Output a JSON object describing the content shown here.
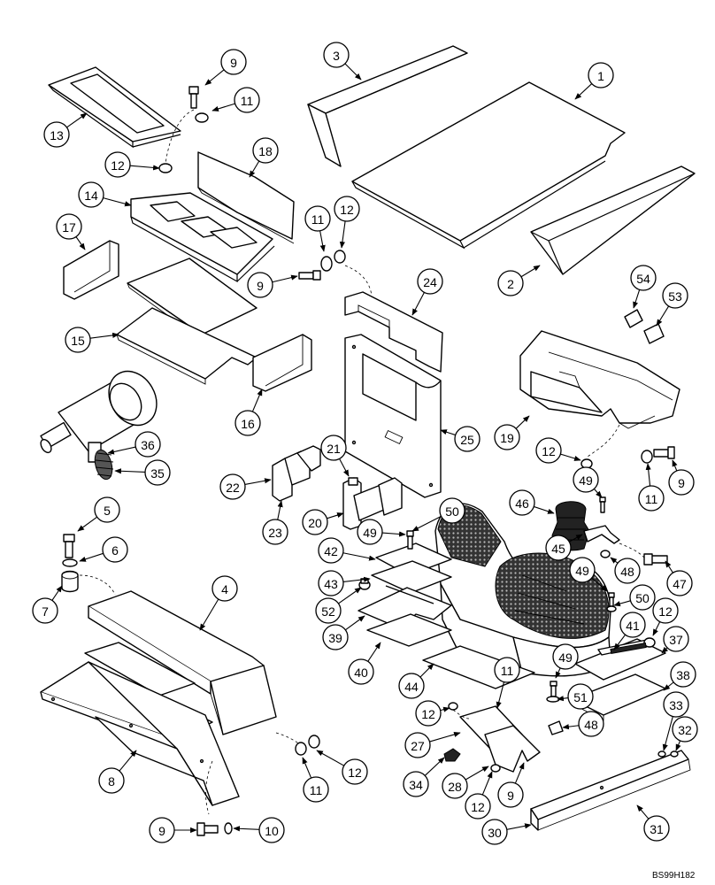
{
  "diagram": {
    "reference_code": "BS99H182",
    "callouts": [
      "1",
      "2",
      "3",
      "4",
      "5",
      "6",
      "7",
      "8",
      "9",
      "10",
      "11",
      "12",
      "13",
      "14",
      "15",
      "16",
      "17",
      "18",
      "19",
      "20",
      "21",
      "22",
      "23",
      "24",
      "25",
      "27",
      "28",
      "30",
      "31",
      "32",
      "33",
      "34",
      "35",
      "36",
      "37",
      "38",
      "39",
      "40",
      "41",
      "42",
      "43",
      "44",
      "45",
      "46",
      "47",
      "48",
      "49",
      "50",
      "51",
      "52",
      "53",
      "54"
    ]
  }
}
